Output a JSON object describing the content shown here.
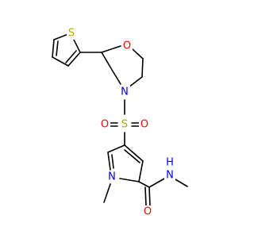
{
  "colors": {
    "bond": "#000000",
    "S": "#b5a800",
    "O": "#ff0000",
    "N": "#0000ff",
    "background": "#ffffff"
  },
  "atoms": {
    "S_thiophene": "S",
    "O_morpholine": "O",
    "N_morpholine": "N",
    "S_sulfonyl": "S",
    "O_sulfonyl_left": "O",
    "O_sulfonyl_right": "O",
    "N_pyrrole": "N",
    "O_amide": "O",
    "N_amide": "N",
    "H_amide": "H"
  }
}
